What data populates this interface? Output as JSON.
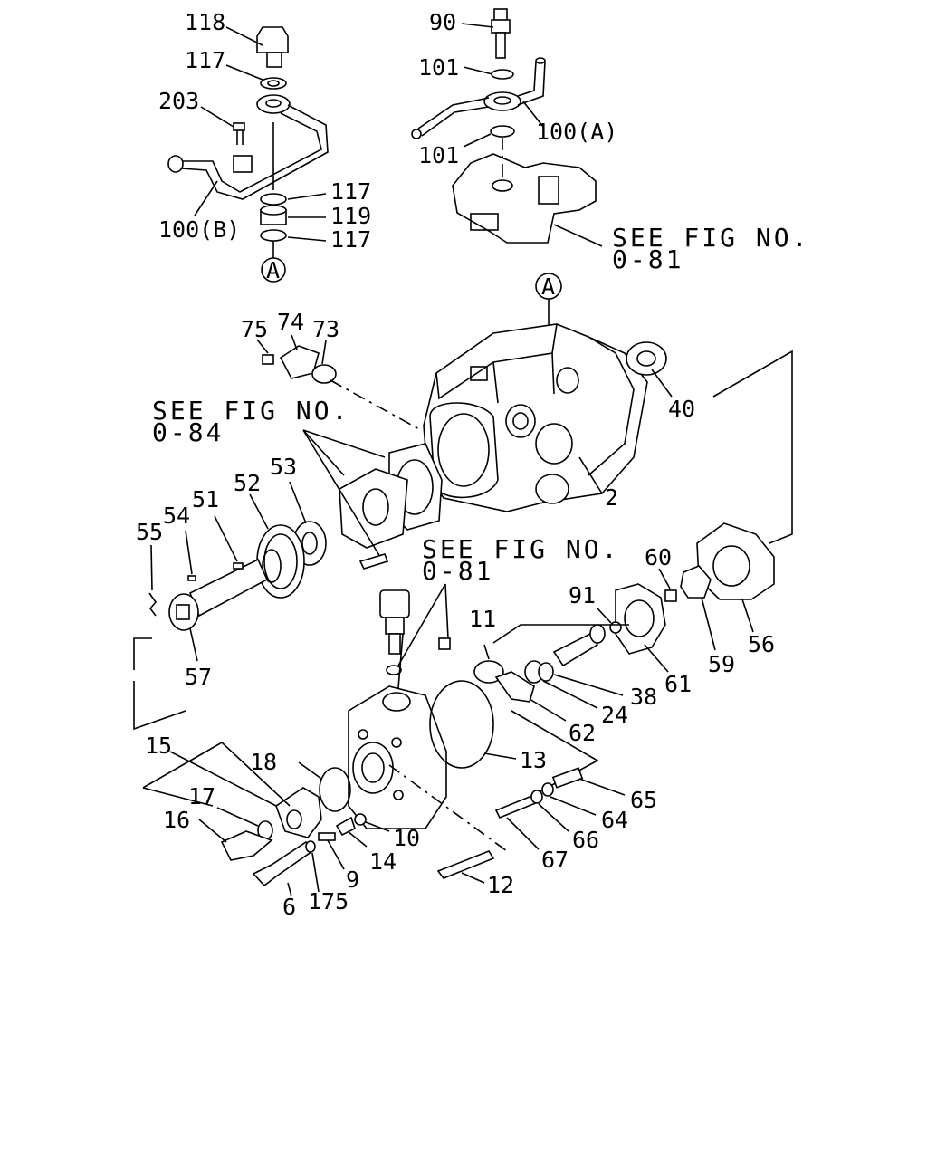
{
  "colors": {
    "ink": "#000000",
    "paper": "#ffffff"
  },
  "callouts": {
    "c118": "118",
    "c117a": "117",
    "c203": "203",
    "c100b": "100(B)",
    "c117b": "117",
    "c119": "119",
    "c117c": "117",
    "c90": "90",
    "c101a": "101",
    "c100a": "100(A)",
    "c101b": "101",
    "cA1": "A",
    "cA2": "A",
    "c75": "75",
    "c74": "74",
    "c73": "73",
    "c40": "40",
    "c2": "2",
    "c53": "53",
    "c52": "52",
    "c51": "51",
    "c54": "54",
    "c55": "55",
    "c57": "57",
    "c60": "60",
    "c91": "91",
    "c11": "11",
    "c56": "56",
    "c59": "59",
    "c61": "61",
    "c38": "38",
    "c24": "24",
    "c62": "62",
    "c13": "13",
    "c15": "15",
    "c18": "18",
    "c17": "17",
    "c16": "16",
    "c10": "10",
    "c14": "14",
    "c9": "9",
    "c175": "175",
    "c6": "6",
    "c12": "12",
    "c65": "65",
    "c64": "64",
    "c66": "66",
    "c67": "67"
  },
  "references": {
    "ref1_line1": "SEE FIG NO.",
    "ref1_line2": "0-81",
    "ref2_line1": "SEE FIG NO.",
    "ref2_line2": "0-84",
    "ref3_line1": "SEE FIG NO.",
    "ref3_line2": "0-81"
  }
}
